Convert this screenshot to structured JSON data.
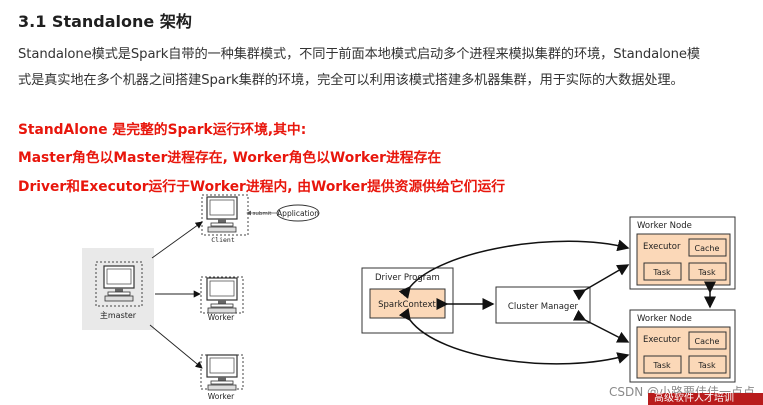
{
  "section": {
    "title": "3.1 Standalone 架构"
  },
  "intro": {
    "line1": "Standalone模式是Spark自带的一种集群模式，不同于前面本地模式启动多个进程来模拟集群的环境，Standalone模",
    "line2": "式是真实地在多个机器之间搭建Spark集群的环境，完全可以利用该模式搭建多机器集群，用于实际的大数据处理。"
  },
  "highlights": [
    "StandAlone 是完整的Spark运行环境,其中:",
    "Master角色以Master进程存在, Worker角色以Worker进程存在",
    "Driver和Executor运行于Worker进程内, 由Worker提供资源供给它们运行"
  ],
  "left_diagram": {
    "master_label": "主master",
    "client_label": "Client",
    "submit_label": "submit",
    "application_label": "Application",
    "worker_label_1": "Worker",
    "worker_label_2": "Worker"
  },
  "right_diagram": {
    "driver_program": "Driver Program",
    "spark_context": "SparkContext",
    "cluster_manager": "Cluster Manager",
    "worker_node_1": "Worker Node",
    "worker_node_2": "Worker Node",
    "executor": "Executor",
    "cache": "Cache",
    "task": "Task"
  },
  "watermarks": {
    "csdn": "CSDN @小路要佳佳一点点",
    "banner": "高级软件人才培训"
  },
  "colors": {
    "highlight_red": "#e8160c",
    "box_orange": "#fbd8b8",
    "box_border": "#333333"
  }
}
